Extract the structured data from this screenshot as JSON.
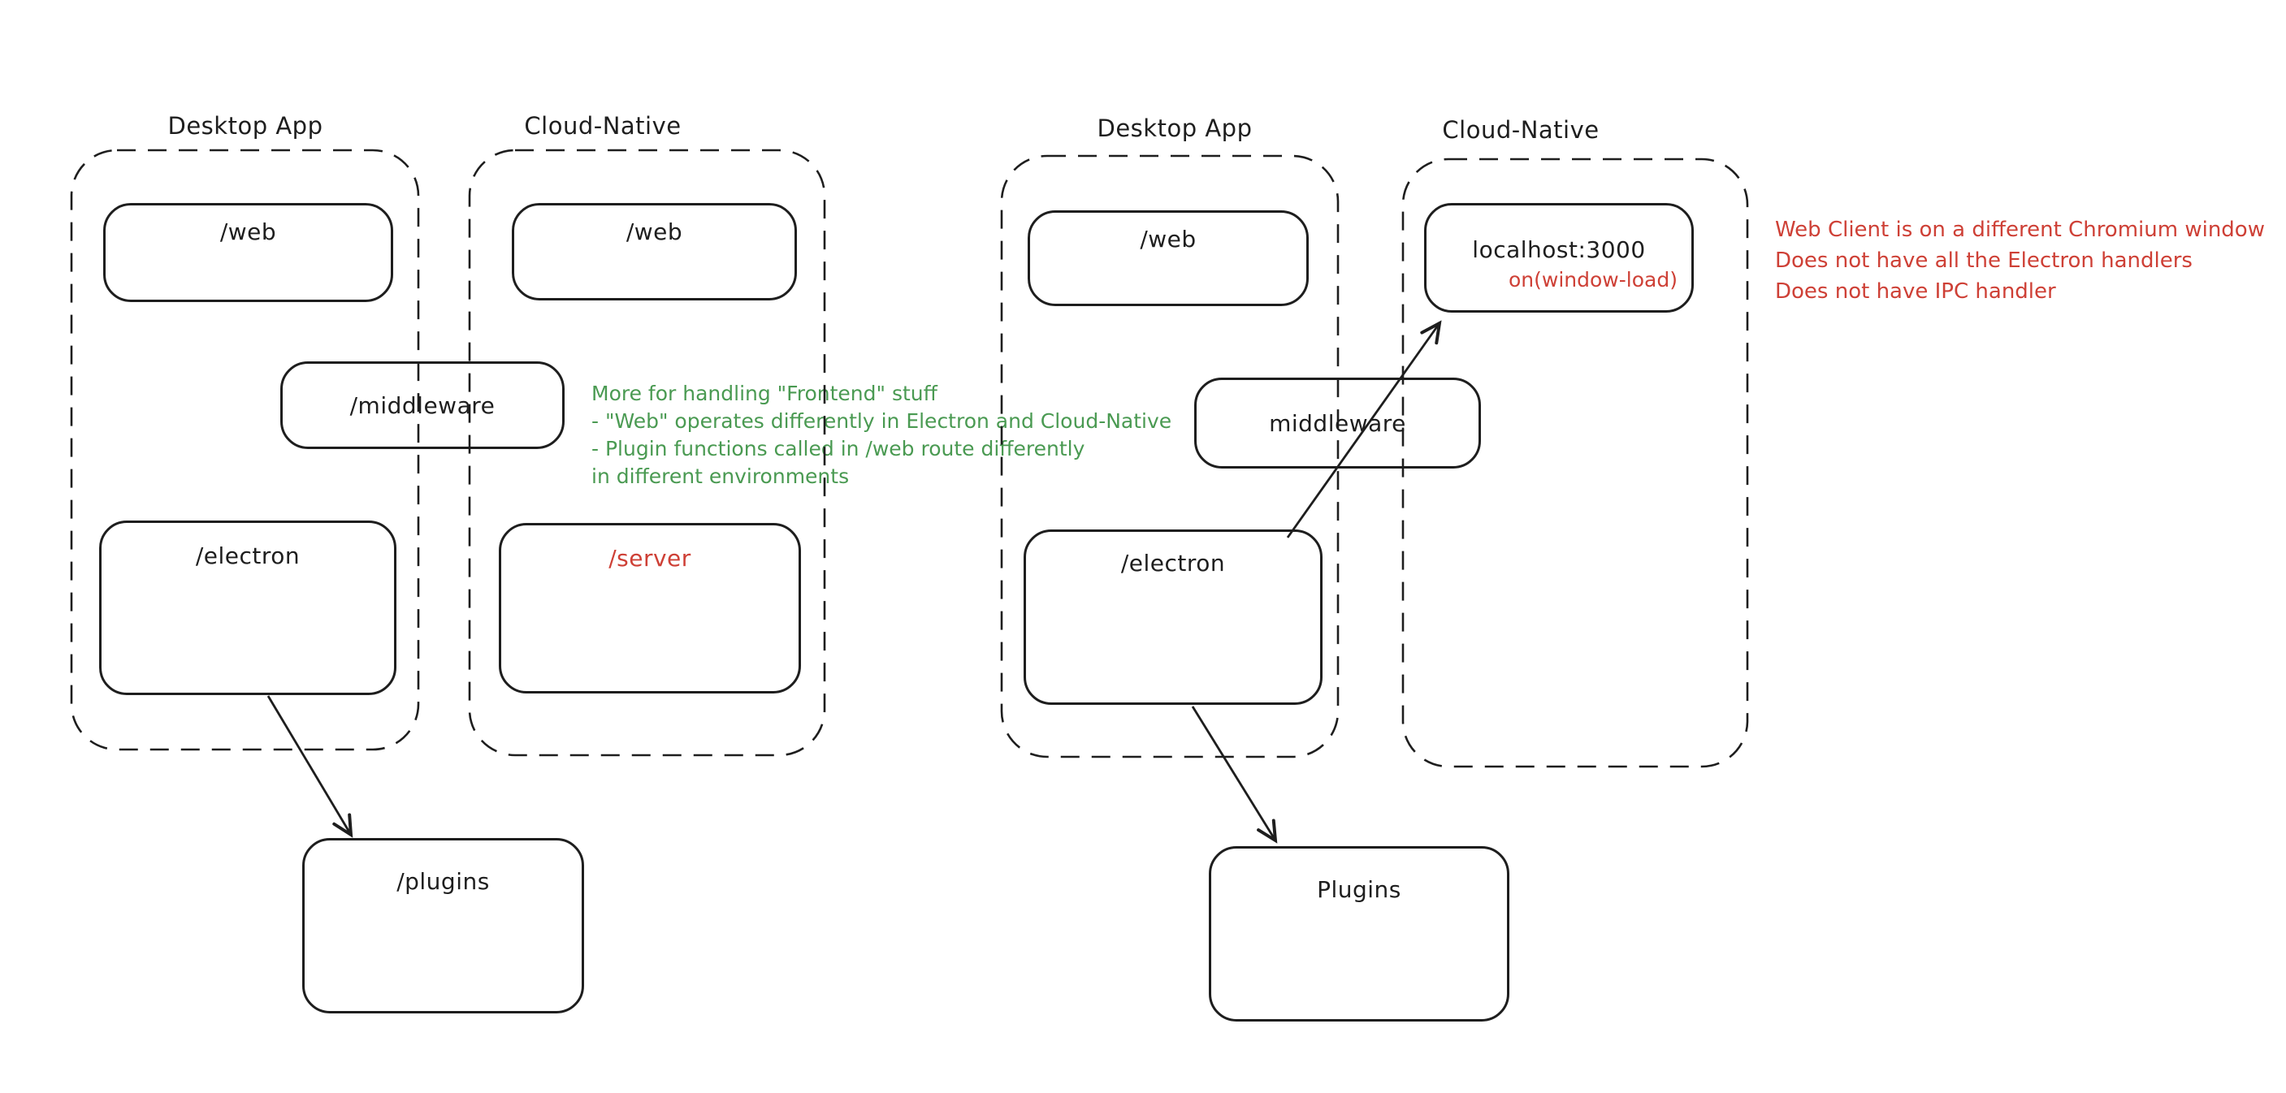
{
  "colors": {
    "background": "#ffffff",
    "ink": "#1e1e1e",
    "red": "#ce4036",
    "green": "#4a9a52"
  },
  "left": {
    "desktop_label": "Desktop App",
    "cloud_label": "Cloud-Native",
    "desktop_web": "/web",
    "cloud_web": "/web",
    "middleware": "/middleware",
    "electron": "/electron",
    "server": "/server",
    "plugins": "/plugins",
    "note_lines": [
      "More for handling \"Frontend\" stuff",
      "- \"Web\" operates differently in Electron and Cloud-Native",
      "- Plugin functions called in /web route differently",
      "in different environments"
    ]
  },
  "right": {
    "desktop_label": "Desktop App",
    "cloud_label": "Cloud-Native",
    "desktop_web": "/web",
    "middleware": "middleware",
    "electron": "/electron",
    "localhost_title": "localhost:3000",
    "localhost_event": "on(window-load)",
    "plugins": "Plugins",
    "note_lines": [
      "Web Client is on a different Chromium window",
      "Does not have all the Electron handlers",
      "Does not have IPC handler"
    ]
  }
}
